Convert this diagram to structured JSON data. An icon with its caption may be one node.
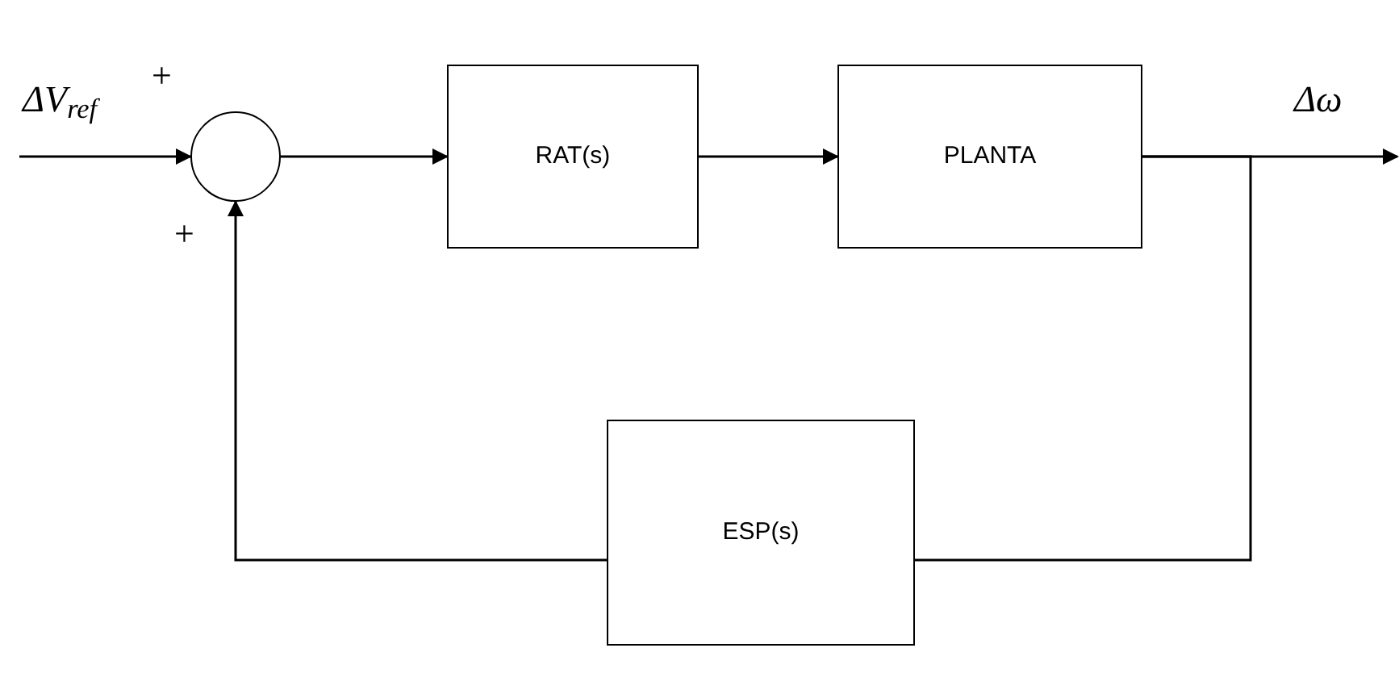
{
  "diagram": {
    "nodes": [
      {
        "text": [],
        "shape": "circle"
      },
      {
        "text": [
          "RAT(s)"
        ]
      },
      {
        "text": [
          "PLANTA"
        ]
      },
      {
        "text": [
          "ESP(s)"
        ]
      }
    ],
    "edges": [
      {
        "from": null,
        "to": 0,
        "arrow": "to"
      },
      {
        "from": 0,
        "to": 1,
        "arrow": "to"
      },
      {
        "from": 1,
        "to": 2,
        "arrow": "to"
      },
      {
        "from": 2,
        "to": null,
        "arrow": "to"
      },
      {
        "from": 2,
        "to": 3,
        "arrow": "none"
      },
      {
        "from": 3,
        "to": 0,
        "arrow": "to"
      }
    ],
    "labels": [
      "ΔV$_{ref}$",
      "+",
      "+",
      "Δω"
    ]
  }
}
